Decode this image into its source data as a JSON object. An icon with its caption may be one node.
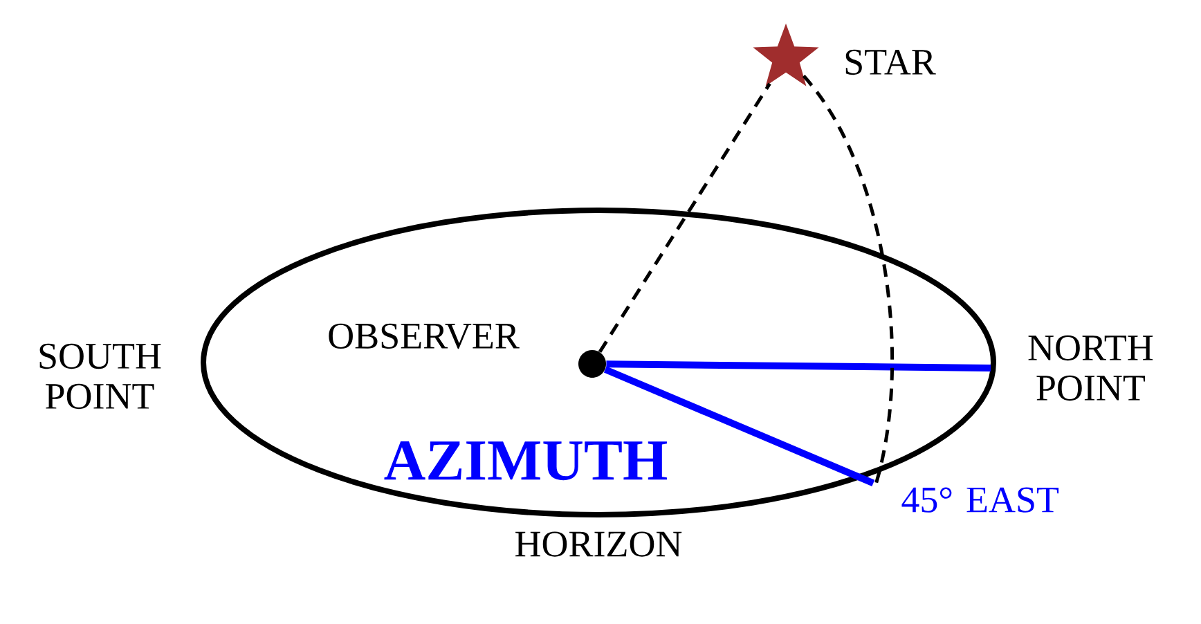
{
  "diagram": {
    "nodes": [
      {
        "text": [
          "HORIZON"
        ]
      },
      {
        "text": [],
        "shape": "circle",
        "beside": [
          "OBSERVER"
        ],
        "in": 0
      },
      {
        "text": [],
        "shape": "star",
        "beside": [
          "STAR"
        ]
      },
      {
        "text": [
          "NORTH POINT"
        ]
      },
      {
        "text": [
          "45° EAST"
        ]
      }
    ],
    "edges": [
      {
        "from": 1,
        "to": 2,
        "arrow": "none",
        "style": "dashed",
        "color": "#000000"
      },
      {
        "from": 1,
        "to": 3,
        "arrow": "none",
        "style": "thick",
        "color": "#0000ff"
      },
      {
        "from": 1,
        "to": 4,
        "arrow": "none",
        "style": "thick",
        "color": "#0000ff"
      },
      {
        "from": 2,
        "to": 4,
        "arrow": "none",
        "style": "dashed",
        "color": "#000000"
      }
    ],
    "labels": [
      "SOUTH POINT",
      "AZIMUTH"
    ]
  }
}
